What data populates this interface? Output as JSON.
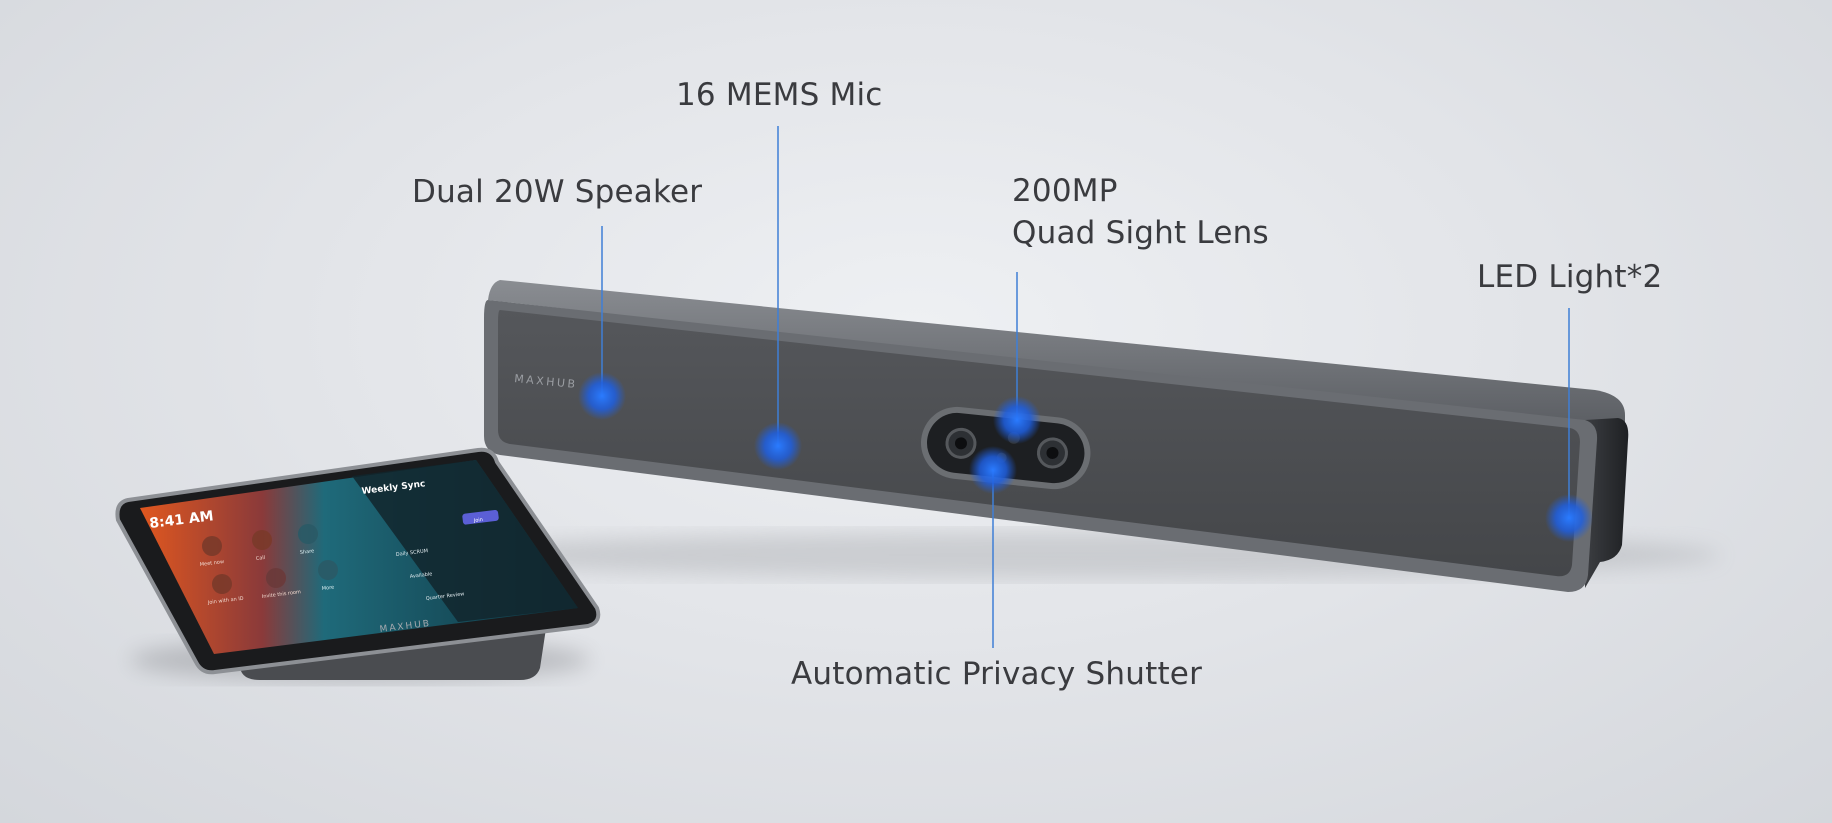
{
  "callouts": {
    "mic": "16 MEMS Mic",
    "speaker": "Dual 20W Speaker",
    "lens_line1": "200MP",
    "lens_line2": "Quad Sight Lens",
    "led": "LED Light*2",
    "shutter": "Automatic Privacy Shutter"
  },
  "device": {
    "brand_bar": "MAXHUB",
    "brand_panel": "MAXHUB"
  },
  "panel_screen": {
    "time": "8:41 AM",
    "meeting_title": "Weekly Sync",
    "btn_meet_now": "Meet now",
    "btn_call": "Call",
    "btn_share": "Share",
    "btn_join": "Join with an ID",
    "btn_invite": "Invite this room",
    "btn_more": "More",
    "item1": "Daily SCRUM",
    "item2": "Available",
    "item3": "Quarter Review",
    "join_btn": "Join"
  },
  "colors": {
    "accent_blue": "#1f6fe8",
    "leader_line": "#3f7fd6",
    "label_text": "#3a3b3f",
    "bar_fabric": "#4c4e52",
    "bar_frame": "#6a6d72"
  }
}
